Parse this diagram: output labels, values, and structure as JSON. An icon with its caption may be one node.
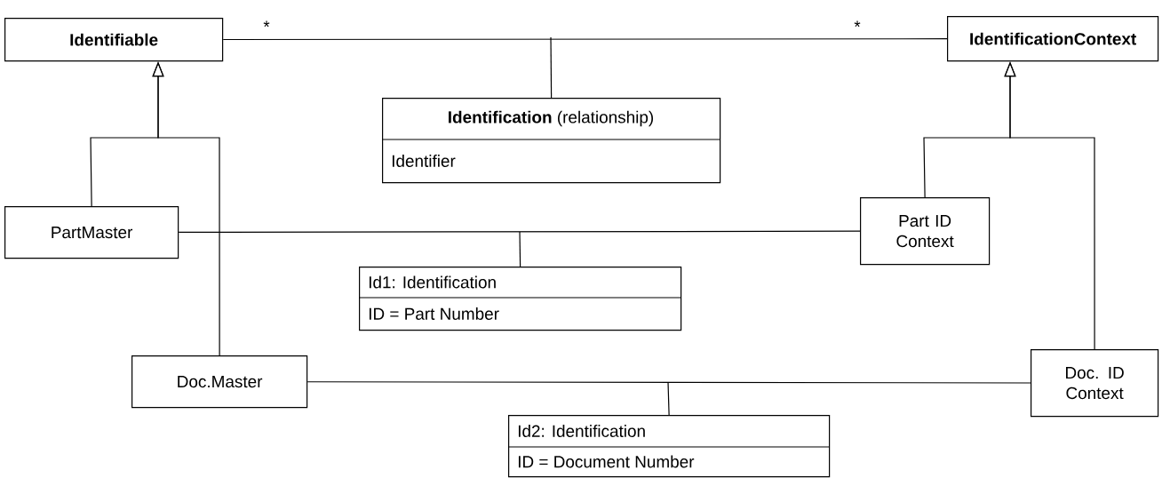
{
  "diagram": {
    "nodes": [
      {
        "text": [
          "Identifiable"
        ]
      },
      {
        "text": [
          "IdentificationContext"
        ]
      },
      {
        "text": [
          "**Identification** (relationship)",
          "Identifier"
        ]
      },
      {
        "text": [
          "PartMaster"
        ]
      },
      {
        "text": [
          "Part ID Context"
        ]
      },
      {
        "text": [
          "Id1: Identification",
          "ID = Part Number"
        ]
      },
      {
        "text": [
          "Doc.Master"
        ]
      },
      {
        "text": [
          "Doc. ID Context"
        ]
      },
      {
        "text": [
          "Id2: Identification",
          "ID = Document Number"
        ]
      }
    ],
    "edges": [
      {
        "from": 0,
        "to": 1,
        "arrow": "none"
      },
      {
        "from": 2,
        "to": null,
        "arrow": "none"
      },
      {
        "from": 3,
        "to": 0,
        "arrow": "to"
      },
      {
        "from": 6,
        "to": 0,
        "arrow": "to"
      },
      {
        "from": 4,
        "to": 1,
        "arrow": "to"
      },
      {
        "from": 7,
        "to": 1,
        "arrow": "to"
      },
      {
        "from": 3,
        "to": 4,
        "arrow": "none"
      },
      {
        "from": 5,
        "to": null,
        "arrow": "none"
      },
      {
        "from": 6,
        "to": 7,
        "arrow": "none"
      },
      {
        "from": 8,
        "to": null,
        "arrow": "none"
      }
    ],
    "labels": [
      "*",
      "*"
    ]
  }
}
